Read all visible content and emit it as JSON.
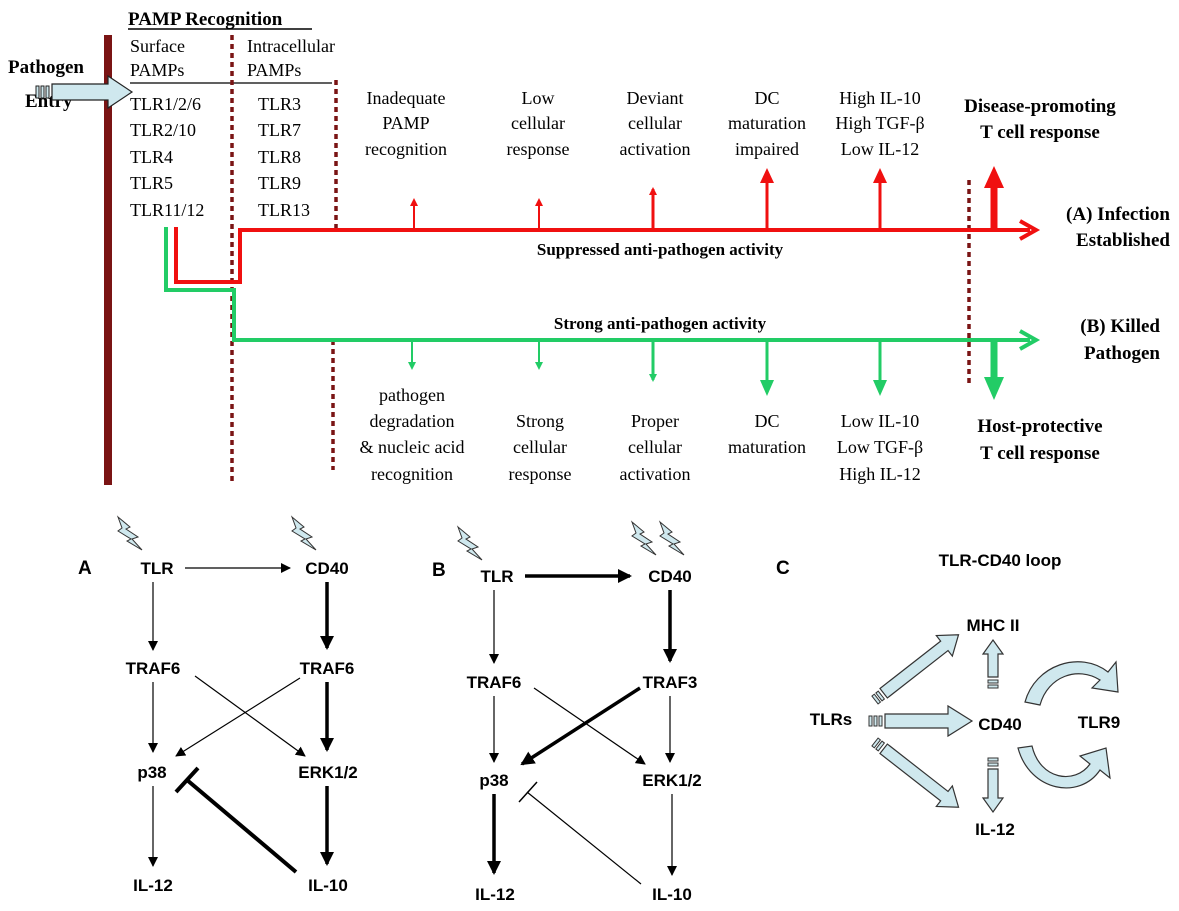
{
  "top_panel": {
    "pamp_title": "PAMP Recognition",
    "pathogen": "Pathogen",
    "entry": "Entry",
    "surface_header": [
      "Surface",
      "PAMPs"
    ],
    "intracellular_header": [
      "Intracellular",
      "PAMPs"
    ],
    "surface_tlrs": [
      "TLR1/2/6",
      "TLR2/10",
      "TLR4",
      "TLR5",
      "TLR11/12"
    ],
    "intracellular_tlrs": [
      "TLR3",
      "TLR7",
      "TLR8",
      "TLR9",
      "TLR13"
    ],
    "red_pathway": {
      "label": "Suppressed anti-pathogen activity",
      "outcome": [
        "(A) Infection",
        "Established"
      ],
      "steps": [
        [
          "Inadequate",
          "PAMP",
          "recognition"
        ],
        [
          "Low",
          "cellular",
          "response"
        ],
        [
          "Deviant",
          "cellular",
          "activation"
        ],
        [
          "DC",
          "maturation",
          "impaired"
        ],
        [
          "High IL-10",
          "High TGF-β",
          "Low IL-12"
        ]
      ],
      "final": [
        "Disease-promoting",
        "T cell response"
      ]
    },
    "green_pathway": {
      "label": "Strong anti-pathogen activity",
      "outcome": [
        "(B) Killed",
        "Pathogen"
      ],
      "steps": [
        [
          "pathogen",
          "degradation",
          "& nucleic acid",
          "recognition"
        ],
        [
          "Strong",
          "cellular",
          "response"
        ],
        [
          "Proper",
          "cellular",
          "activation"
        ],
        [
          "DC",
          "maturation"
        ],
        [
          "Low IL-10",
          "Low TGF-β",
          "High IL-12"
        ]
      ],
      "final": [
        "Host-protective",
        "T cell response"
      ]
    },
    "colors": {
      "red": "#f01010",
      "green": "#22cc66",
      "maroon": "#7a1414",
      "dotted": "#7a1414",
      "arrow_fill": "#cfe8ee"
    }
  },
  "panel_a": {
    "letter": "A",
    "nodes": {
      "tlr": "TLR",
      "cd40": "CD40",
      "traf_left": "TRAF6",
      "traf_right": "TRAF6",
      "p38": "p38",
      "erk": "ERK1/2",
      "il12": "IL-12",
      "il10": "IL-10"
    }
  },
  "panel_b": {
    "letter": "B",
    "nodes": {
      "tlr": "TLR",
      "cd40": "CD40",
      "traf_left": "TRAF6",
      "traf_right": "TRAF3",
      "p38": "p38",
      "erk": "ERK1/2",
      "il12": "IL-12",
      "il10": "IL-10"
    }
  },
  "panel_c": {
    "letter": "C",
    "title": "TLR-CD40 loop",
    "nodes": {
      "tlrs": "TLRs",
      "mhc": "MHC II",
      "cd40": "CD40",
      "tlr9": "TLR9",
      "il12": "IL-12"
    }
  }
}
